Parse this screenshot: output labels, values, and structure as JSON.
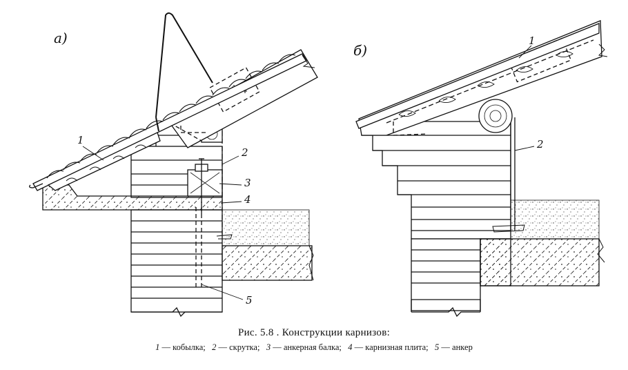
{
  "figure": {
    "panel_a_label": "а)",
    "panel_b_label": "б)",
    "callouts_a": [
      "1",
      "2",
      "3",
      "4",
      "5"
    ],
    "callouts_b": [
      "1",
      "2"
    ]
  },
  "caption": {
    "title": "Рис. 5.8 . Конструкции карнизов:",
    "legend": [
      {
        "num": "1",
        "text": "— кобылка;"
      },
      {
        "num": "2",
        "text": "— скрутка;"
      },
      {
        "num": "3",
        "text": "— анкерная  балка;"
      },
      {
        "num": "4",
        "text": "— карнизная плита;"
      },
      {
        "num": "5",
        "text": "— анкер"
      }
    ]
  }
}
